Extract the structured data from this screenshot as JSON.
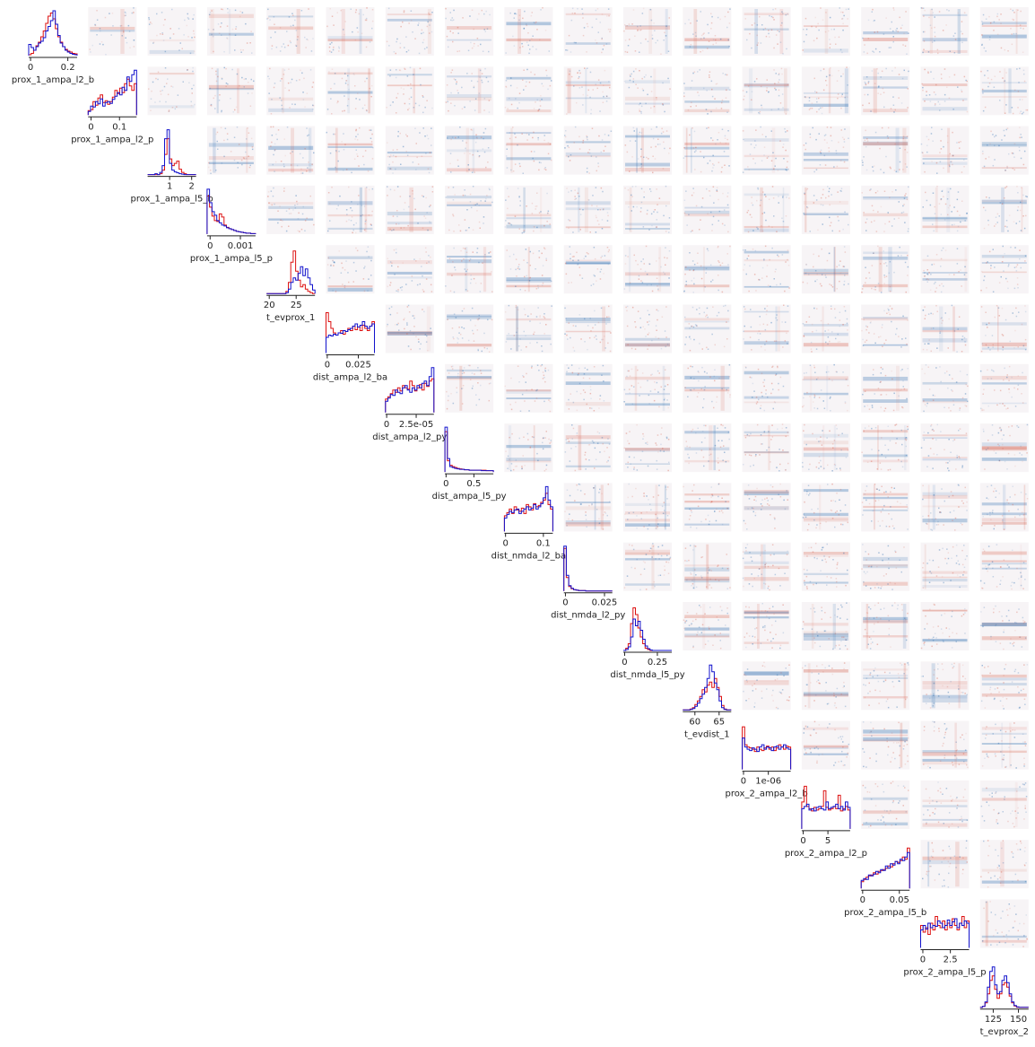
{
  "chart_data": {
    "type": "corner-plot",
    "series": [
      {
        "color": "#dd1111"
      },
      {
        "color": "#1111cc"
      }
    ],
    "cell_colormap": {
      "negative": "#2166ac",
      "positive": "#d6604d"
    },
    "variables": [
      {
        "name": "prox_1_ampa_l2_b",
        "ticks": [
          {
            "v": 0,
            "label": "0"
          },
          {
            "v": 0.2,
            "label": "0.2"
          }
        ],
        "range": [
          -0.01,
          0.25
        ],
        "hist": {
          "a": [
            0.02,
            0.05,
            0.12,
            0.22,
            0.3,
            0.42,
            0.55,
            0.72,
            0.88,
            0.95,
            0.82,
            0.6,
            0.42,
            0.3,
            0.2,
            0.14,
            0.1,
            0.08,
            0.05,
            0.04
          ],
          "b": [
            0.25,
            0.18,
            0.12,
            0.2,
            0.28,
            0.32,
            0.4,
            0.55,
            0.65,
            0.78,
            1.0,
            0.7,
            0.45,
            0.28,
            0.2,
            0.12,
            0.08,
            0.05,
            0.03,
            0.02
          ]
        }
      },
      {
        "name": "prox_1_ampa_l2_p",
        "ticks": [
          {
            "v": 0,
            "label": "0"
          },
          {
            "v": 0.1,
            "label": "0.1"
          }
        ],
        "range": [
          -0.01,
          0.16
        ],
        "hist": {
          "a": [
            0.1,
            0.12,
            0.3,
            0.22,
            0.38,
            0.45,
            0.28,
            0.32,
            0.24,
            0.3,
            0.4,
            0.55,
            0.48,
            0.6,
            0.5,
            0.7,
            0.8,
            0.65,
            0.55,
            0.7
          ],
          "b": [
            0.08,
            0.2,
            0.18,
            0.3,
            0.25,
            0.36,
            0.2,
            0.28,
            0.3,
            0.26,
            0.35,
            0.42,
            0.5,
            0.45,
            0.62,
            0.55,
            0.85,
            0.75,
            0.9,
            1.0
          ]
        }
      },
      {
        "name": "prox_1_ampa_l5_b",
        "ticks": [
          {
            "v": 1,
            "label": "1"
          },
          {
            "v": 2,
            "label": "2"
          }
        ],
        "range": [
          0,
          2.2
        ],
        "hist": {
          "a": [
            0,
            0,
            0,
            0,
            0,
            0.02,
            0.1,
            0.45,
            0.8,
            0.35,
            0.2,
            0.25,
            0.3,
            0.12,
            0.05,
            0.02,
            0,
            0,
            0,
            0
          ],
          "b": [
            0,
            0,
            0,
            0.02,
            0,
            0.05,
            0.2,
            0.8,
            1.0,
            0.25,
            0.1,
            0.06,
            0.04,
            0.02,
            0.01,
            0,
            0,
            0,
            0,
            0
          ]
        }
      },
      {
        "name": "prox_1_ampa_l5_p",
        "ticks": [
          {
            "v": 0,
            "label": "0"
          },
          {
            "v": 0.001,
            "label": "0.001"
          }
        ],
        "range": [
          -0.0001,
          0.0015
        ],
        "hist": {
          "a": [
            0.85,
            0.6,
            0.4,
            0.3,
            0.28,
            0.45,
            0.38,
            0.2,
            0.15,
            0.12,
            0.1,
            0.08,
            0.06,
            0.05,
            0.04,
            0.03,
            0.02,
            0.02,
            0.01,
            0.01
          ],
          "b": [
            1.0,
            0.7,
            0.5,
            0.42,
            0.3,
            0.25,
            0.2,
            0.18,
            0.14,
            0.12,
            0.1,
            0.08,
            0.06,
            0.05,
            0.04,
            0.03,
            0.02,
            0.02,
            0.01,
            0.01
          ]
        }
      },
      {
        "name": "t_evprox_1",
        "ticks": [
          {
            "v": 20,
            "label": "20"
          },
          {
            "v": 25,
            "label": "25"
          }
        ],
        "range": [
          19.5,
          28.5
        ],
        "hist": {
          "a": [
            0,
            0,
            0,
            0,
            0,
            0,
            0,
            0,
            0.05,
            0.25,
            0.7,
            0.95,
            0.5,
            0.3,
            0.15,
            0.2,
            0.1,
            0.05,
            0.02,
            0
          ],
          "b": [
            0,
            0,
            0,
            0,
            0,
            0,
            0,
            0,
            0.02,
            0.1,
            0.25,
            0.35,
            0.3,
            0.45,
            0.6,
            0.4,
            0.55,
            0.35,
            0.2,
            0.08
          ]
        }
      },
      {
        "name": "dist_ampa_l2_ba",
        "ticks": [
          {
            "v": 0,
            "label": "0"
          },
          {
            "v": 0.025,
            "label": "0.025"
          }
        ],
        "range": [
          -0.001,
          0.038
        ],
        "hist": {
          "a": [
            0.9,
            0.7,
            0.55,
            0.45,
            0.4,
            0.45,
            0.5,
            0.42,
            0.48,
            0.55,
            0.5,
            0.6,
            0.52,
            0.58,
            0.5,
            0.62,
            0.55,
            0.5,
            0.6,
            0.7
          ],
          "b": [
            0.35,
            0.4,
            0.38,
            0.42,
            0.4,
            0.45,
            0.44,
            0.5,
            0.48,
            0.52,
            0.55,
            0.6,
            0.65,
            0.58,
            0.62,
            0.7,
            0.6,
            0.55,
            0.6,
            0.65
          ]
        }
      },
      {
        "name": "dist_ampa_l2_py",
        "ticks": [
          {
            "v": 0,
            "label": "0"
          },
          {
            "v": 2.5e-05,
            "label": "2.5e-05"
          }
        ],
        "range": [
          -1e-06,
          4e-05
        ],
        "hist": {
          "a": [
            0.3,
            0.35,
            0.42,
            0.5,
            0.45,
            0.55,
            0.48,
            0.6,
            0.55,
            0.52,
            0.7,
            0.6,
            0.48,
            0.55,
            0.62,
            0.5,
            0.65,
            0.58,
            0.7,
            0.75
          ],
          "b": [
            0.25,
            0.32,
            0.4,
            0.38,
            0.5,
            0.45,
            0.42,
            0.55,
            0.6,
            0.5,
            0.45,
            0.55,
            0.5,
            0.6,
            0.55,
            0.65,
            0.7,
            0.6,
            0.8,
            1.0
          ]
        }
      },
      {
        "name": "dist_ampa_l5_py",
        "ticks": [
          {
            "v": 0,
            "label": "0"
          },
          {
            "v": 0.5,
            "label": "0.5"
          }
        ],
        "range": [
          -0.02,
          0.85
        ],
        "hist": {
          "a": [
            0.9,
            0.25,
            0.15,
            0.12,
            0.1,
            0.08,
            0.07,
            0.06,
            0.05,
            0.05,
            0.04,
            0.04,
            0.04,
            0.04,
            0.04,
            0.04,
            0.04,
            0.03,
            0.03,
            0.03
          ],
          "b": [
            1.0,
            0.3,
            0.12,
            0.1,
            0.08,
            0.07,
            0.06,
            0.06,
            0.05,
            0.05,
            0.04,
            0.04,
            0.04,
            0.04,
            0.04,
            0.03,
            0.03,
            0.03,
            0.03,
            0.03
          ]
        }
      },
      {
        "name": "dist_nmda_l2_ba",
        "ticks": [
          {
            "v": 0,
            "label": "0"
          },
          {
            "v": 0.1,
            "label": "0.1"
          }
        ],
        "range": [
          -0.003,
          0.125
        ],
        "hist": {
          "a": [
            0.35,
            0.42,
            0.5,
            0.4,
            0.55,
            0.48,
            0.45,
            0.52,
            0.4,
            0.6,
            0.55,
            0.48,
            0.62,
            0.55,
            0.58,
            0.65,
            0.7,
            0.85,
            0.6,
            0.5
          ],
          "b": [
            0.3,
            0.38,
            0.45,
            0.42,
            0.48,
            0.5,
            0.4,
            0.45,
            0.5,
            0.55,
            0.48,
            0.52,
            0.6,
            0.5,
            0.55,
            0.62,
            0.75,
            1.0,
            0.7,
            0.55
          ]
        }
      },
      {
        "name": "dist_nmda_l2_py",
        "ticks": [
          {
            "v": 0,
            "label": "0"
          },
          {
            "v": 0.025,
            "label": "0.025"
          }
        ],
        "range": [
          -0.001,
          0.03
        ],
        "hist": {
          "a": [
            0.95,
            0.3,
            0.1,
            0.05,
            0.03,
            0.02,
            0.01,
            0.01,
            0.01,
            0,
            0,
            0,
            0,
            0,
            0,
            0,
            0,
            0,
            0,
            0
          ],
          "b": [
            1.0,
            0.35,
            0.12,
            0.06,
            0.03,
            0.02,
            0.01,
            0.01,
            0.01,
            0,
            0,
            0,
            0,
            0,
            0,
            0,
            0,
            0,
            0,
            0
          ]
        }
      },
      {
        "name": "dist_nmda_l5_py",
        "ticks": [
          {
            "v": 0,
            "label": "0"
          },
          {
            "v": 0.25,
            "label": "0.25"
          }
        ],
        "range": [
          -0.01,
          0.36
        ],
        "hist": {
          "a": [
            0,
            0.05,
            0.15,
            0.6,
            0.95,
            0.8,
            0.5,
            0.3,
            0.15,
            0.05,
            0.02,
            0,
            0,
            0,
            0,
            0,
            0,
            0,
            0,
            0
          ],
          "b": [
            0,
            0.02,
            0.08,
            0.3,
            0.7,
            0.55,
            0.65,
            0.45,
            0.25,
            0.1,
            0.04,
            0.01,
            0,
            0,
            0,
            0,
            0,
            0,
            0,
            0
          ]
        }
      },
      {
        "name": "t_evdist_1",
        "ticks": [
          {
            "v": 60,
            "label": "60"
          },
          {
            "v": 65,
            "label": "65"
          }
        ],
        "range": [
          57.5,
          67.5
        ],
        "hist": {
          "a": [
            0,
            0,
            0,
            0.02,
            0.05,
            0.12,
            0.2,
            0.3,
            0.45,
            0.4,
            0.55,
            0.62,
            0.5,
            0.7,
            0.5,
            0.3,
            0.1,
            0.02,
            0,
            0
          ],
          "b": [
            0,
            0,
            0,
            0.01,
            0.03,
            0.08,
            0.15,
            0.25,
            0.35,
            0.5,
            0.7,
            1.0,
            0.85,
            0.6,
            0.45,
            0.2,
            0.05,
            0.01,
            0,
            0
          ]
        }
      },
      {
        "name": "prox_2_ampa_l2_b",
        "ticks": [
          {
            "v": 0,
            "label": "0"
          },
          {
            "v": 1e-06,
            "label": "1e-06"
          }
        ],
        "range": [
          -5e-08,
          1.9e-06
        ],
        "hist": {
          "a": [
            0.95,
            0.55,
            0.5,
            0.48,
            0.45,
            0.4,
            0.5,
            0.45,
            0.42,
            0.48,
            0.52,
            0.45,
            0.5,
            0.42,
            0.48,
            0.55,
            0.5,
            0.45,
            0.52,
            0.5
          ],
          "b": [
            0.7,
            0.5,
            0.45,
            0.42,
            0.48,
            0.45,
            0.4,
            0.5,
            0.55,
            0.45,
            0.5,
            0.48,
            0.42,
            0.5,
            0.52,
            0.45,
            0.5,
            0.55,
            0.48,
            0.45
          ]
        }
      },
      {
        "name": "prox_2_ampa_l2_p",
        "ticks": [
          {
            "v": 0,
            "label": "0"
          },
          {
            "v": 5,
            "label": "5"
          }
        ],
        "range": [
          -0.3,
          9.5
        ],
        "hist": {
          "a": [
            0.6,
            0.95,
            0.5,
            0.45,
            0.4,
            0.48,
            0.42,
            0.45,
            0.5,
            0.85,
            0.48,
            0.42,
            0.45,
            0.5,
            0.45,
            0.75,
            0.4,
            0.45,
            0.5,
            0.42
          ],
          "b": [
            0.45,
            0.5,
            0.55,
            0.42,
            0.45,
            0.4,
            0.48,
            0.5,
            0.45,
            0.42,
            0.6,
            0.45,
            0.48,
            0.5,
            0.55,
            0.45,
            0.5,
            0.42,
            0.6,
            0.48
          ]
        }
      },
      {
        "name": "prox_2_ampa_l5_b",
        "ticks": [
          {
            "v": 0,
            "label": "0"
          },
          {
            "v": 0.05,
            "label": "0.05"
          }
        ],
        "range": [
          -0.002,
          0.064
        ],
        "hist": {
          "a": [
            0.15,
            0.2,
            0.25,
            0.28,
            0.3,
            0.35,
            0.32,
            0.38,
            0.4,
            0.42,
            0.45,
            0.5,
            0.48,
            0.55,
            0.6,
            0.58,
            0.62,
            0.7,
            0.65,
            0.9
          ],
          "b": [
            0.18,
            0.22,
            0.2,
            0.3,
            0.28,
            0.32,
            0.38,
            0.35,
            0.42,
            0.4,
            0.5,
            0.45,
            0.55,
            0.52,
            0.6,
            0.55,
            0.65,
            0.62,
            0.7,
            0.8
          ]
        }
      },
      {
        "name": "prox_2_ampa_l5_p",
        "ticks": [
          {
            "v": 0,
            "label": "0"
          },
          {
            "v": 2.5,
            "label": "2.5"
          }
        ],
        "range": [
          -0.2,
          4.2
        ],
        "hist": {
          "a": [
            0.5,
            0.35,
            0.45,
            0.3,
            0.55,
            0.4,
            0.7,
            0.5,
            0.45,
            0.6,
            0.4,
            0.55,
            0.45,
            0.65,
            0.5,
            0.4,
            0.55,
            0.7,
            0.45,
            0.6
          ],
          "b": [
            0.4,
            0.5,
            0.42,
            0.55,
            0.45,
            0.5,
            0.48,
            0.6,
            0.55,
            0.45,
            0.5,
            0.62,
            0.5,
            0.58,
            0.65,
            0.45,
            0.55,
            0.5,
            0.6,
            0.55
          ]
        }
      },
      {
        "name": "t_evprox_2",
        "ticks": [
          {
            "v": 125,
            "label": "125"
          },
          {
            "v": 150,
            "label": "150"
          }
        ],
        "range": [
          112,
          160
        ],
        "hist": {
          "a": [
            0,
            0.02,
            0.1,
            0.3,
            0.6,
            0.7,
            0.4,
            0.2,
            0.3,
            0.5,
            0.55,
            0.45,
            0.25,
            0.1,
            0.03,
            0,
            0,
            0,
            0,
            0
          ],
          "b": [
            0,
            0.02,
            0.12,
            0.45,
            0.8,
            0.9,
            0.5,
            0.3,
            0.35,
            0.6,
            0.7,
            0.55,
            0.3,
            0.12,
            0.04,
            0.01,
            0,
            0,
            0,
            0
          ]
        }
      }
    ]
  }
}
